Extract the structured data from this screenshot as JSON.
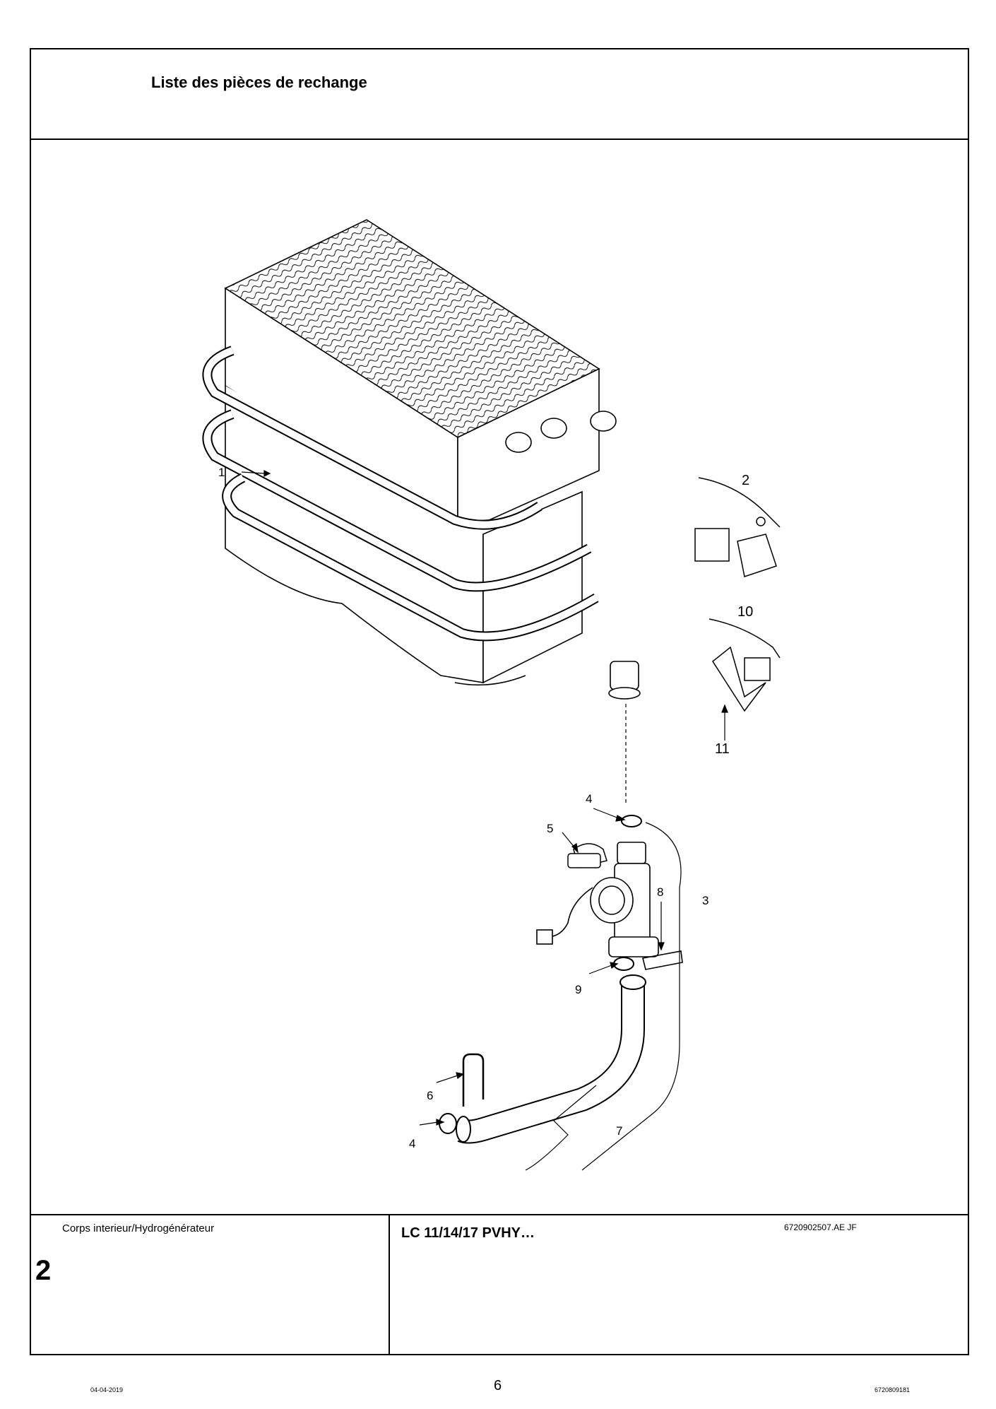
{
  "header": {
    "title": "Liste des pièces de rechange"
  },
  "drawing": {
    "reference": "6720902507.AE   JF",
    "callouts": {
      "c1": "1",
      "c2": "2",
      "c3": "3",
      "c4a": "4",
      "c4b": "4",
      "c5": "5",
      "c6": "6",
      "c7": "7",
      "c8": "8",
      "c9": "9",
      "c10": "10",
      "c11": "11"
    },
    "icons": [
      "heat-exchanger-icon",
      "thermal-fuse-icon",
      "temperature-sensor-icon",
      "flow-sensor-icon",
      "o-ring-icon",
      "clip-icon",
      "pipe-icon"
    ]
  },
  "footer": {
    "section_name": "Corps interieur/Hydrogénérateur",
    "section_number": "2",
    "model": "LC 11/14/17 PVHY…"
  },
  "page": {
    "date": "04-04-2019",
    "number": "6",
    "doc_number": "6720809181"
  }
}
